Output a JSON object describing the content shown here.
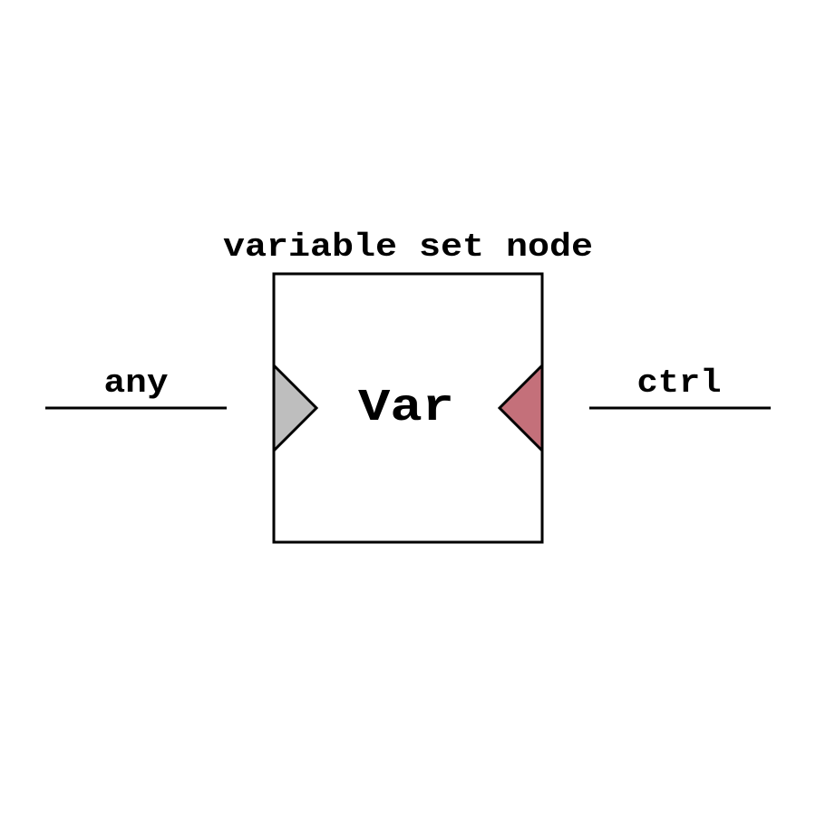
{
  "node": {
    "title": "variable set node",
    "label": "Var"
  },
  "ports": {
    "input": {
      "label": "any",
      "color": "#bebebe"
    },
    "output": {
      "label": "ctrl",
      "color": "#c4707a"
    }
  }
}
